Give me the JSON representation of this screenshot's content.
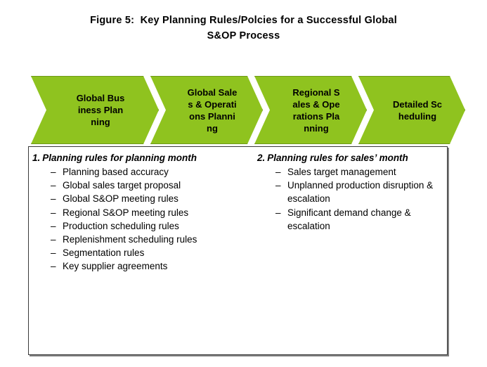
{
  "figure": {
    "title_line_1": "Figure 5:  Key Planning Rules/Polcies for a Successful Global",
    "title_line_2": "S&OP Process"
  },
  "colors": {
    "chevron_fill": "#8FC31F",
    "chevron_border": "#6F9A17",
    "panel_border": "#3A3A3A",
    "panel_shadow": "#808080",
    "text": "#000000",
    "background": "#FFFFFF"
  },
  "process_flow": {
    "steps": [
      {
        "label": "Global Business Planning"
      },
      {
        "label": "Global Sales & Operations Planning"
      },
      {
        "label": "Regional Sales & Operations Planning"
      },
      {
        "label": "Detailed Scheduling"
      }
    ]
  },
  "rules": {
    "columns": [
      {
        "number": "1.",
        "heading": "Planning rules for planning month",
        "items": [
          "Planning based accuracy",
          "Global sales target proposal",
          "Global S&OP meeting rules",
          "Regional S&OP meeting rules",
          "Production scheduling rules",
          "Replenishment scheduling rules",
          "Segmentation rules",
          "Key supplier agreements"
        ]
      },
      {
        "number": "2.",
        "heading": "Planning rules for sales’ month",
        "items": [
          "Sales target management",
          "Unplanned production disruption & escalation",
          "Significant demand change & escalation"
        ]
      }
    ]
  }
}
